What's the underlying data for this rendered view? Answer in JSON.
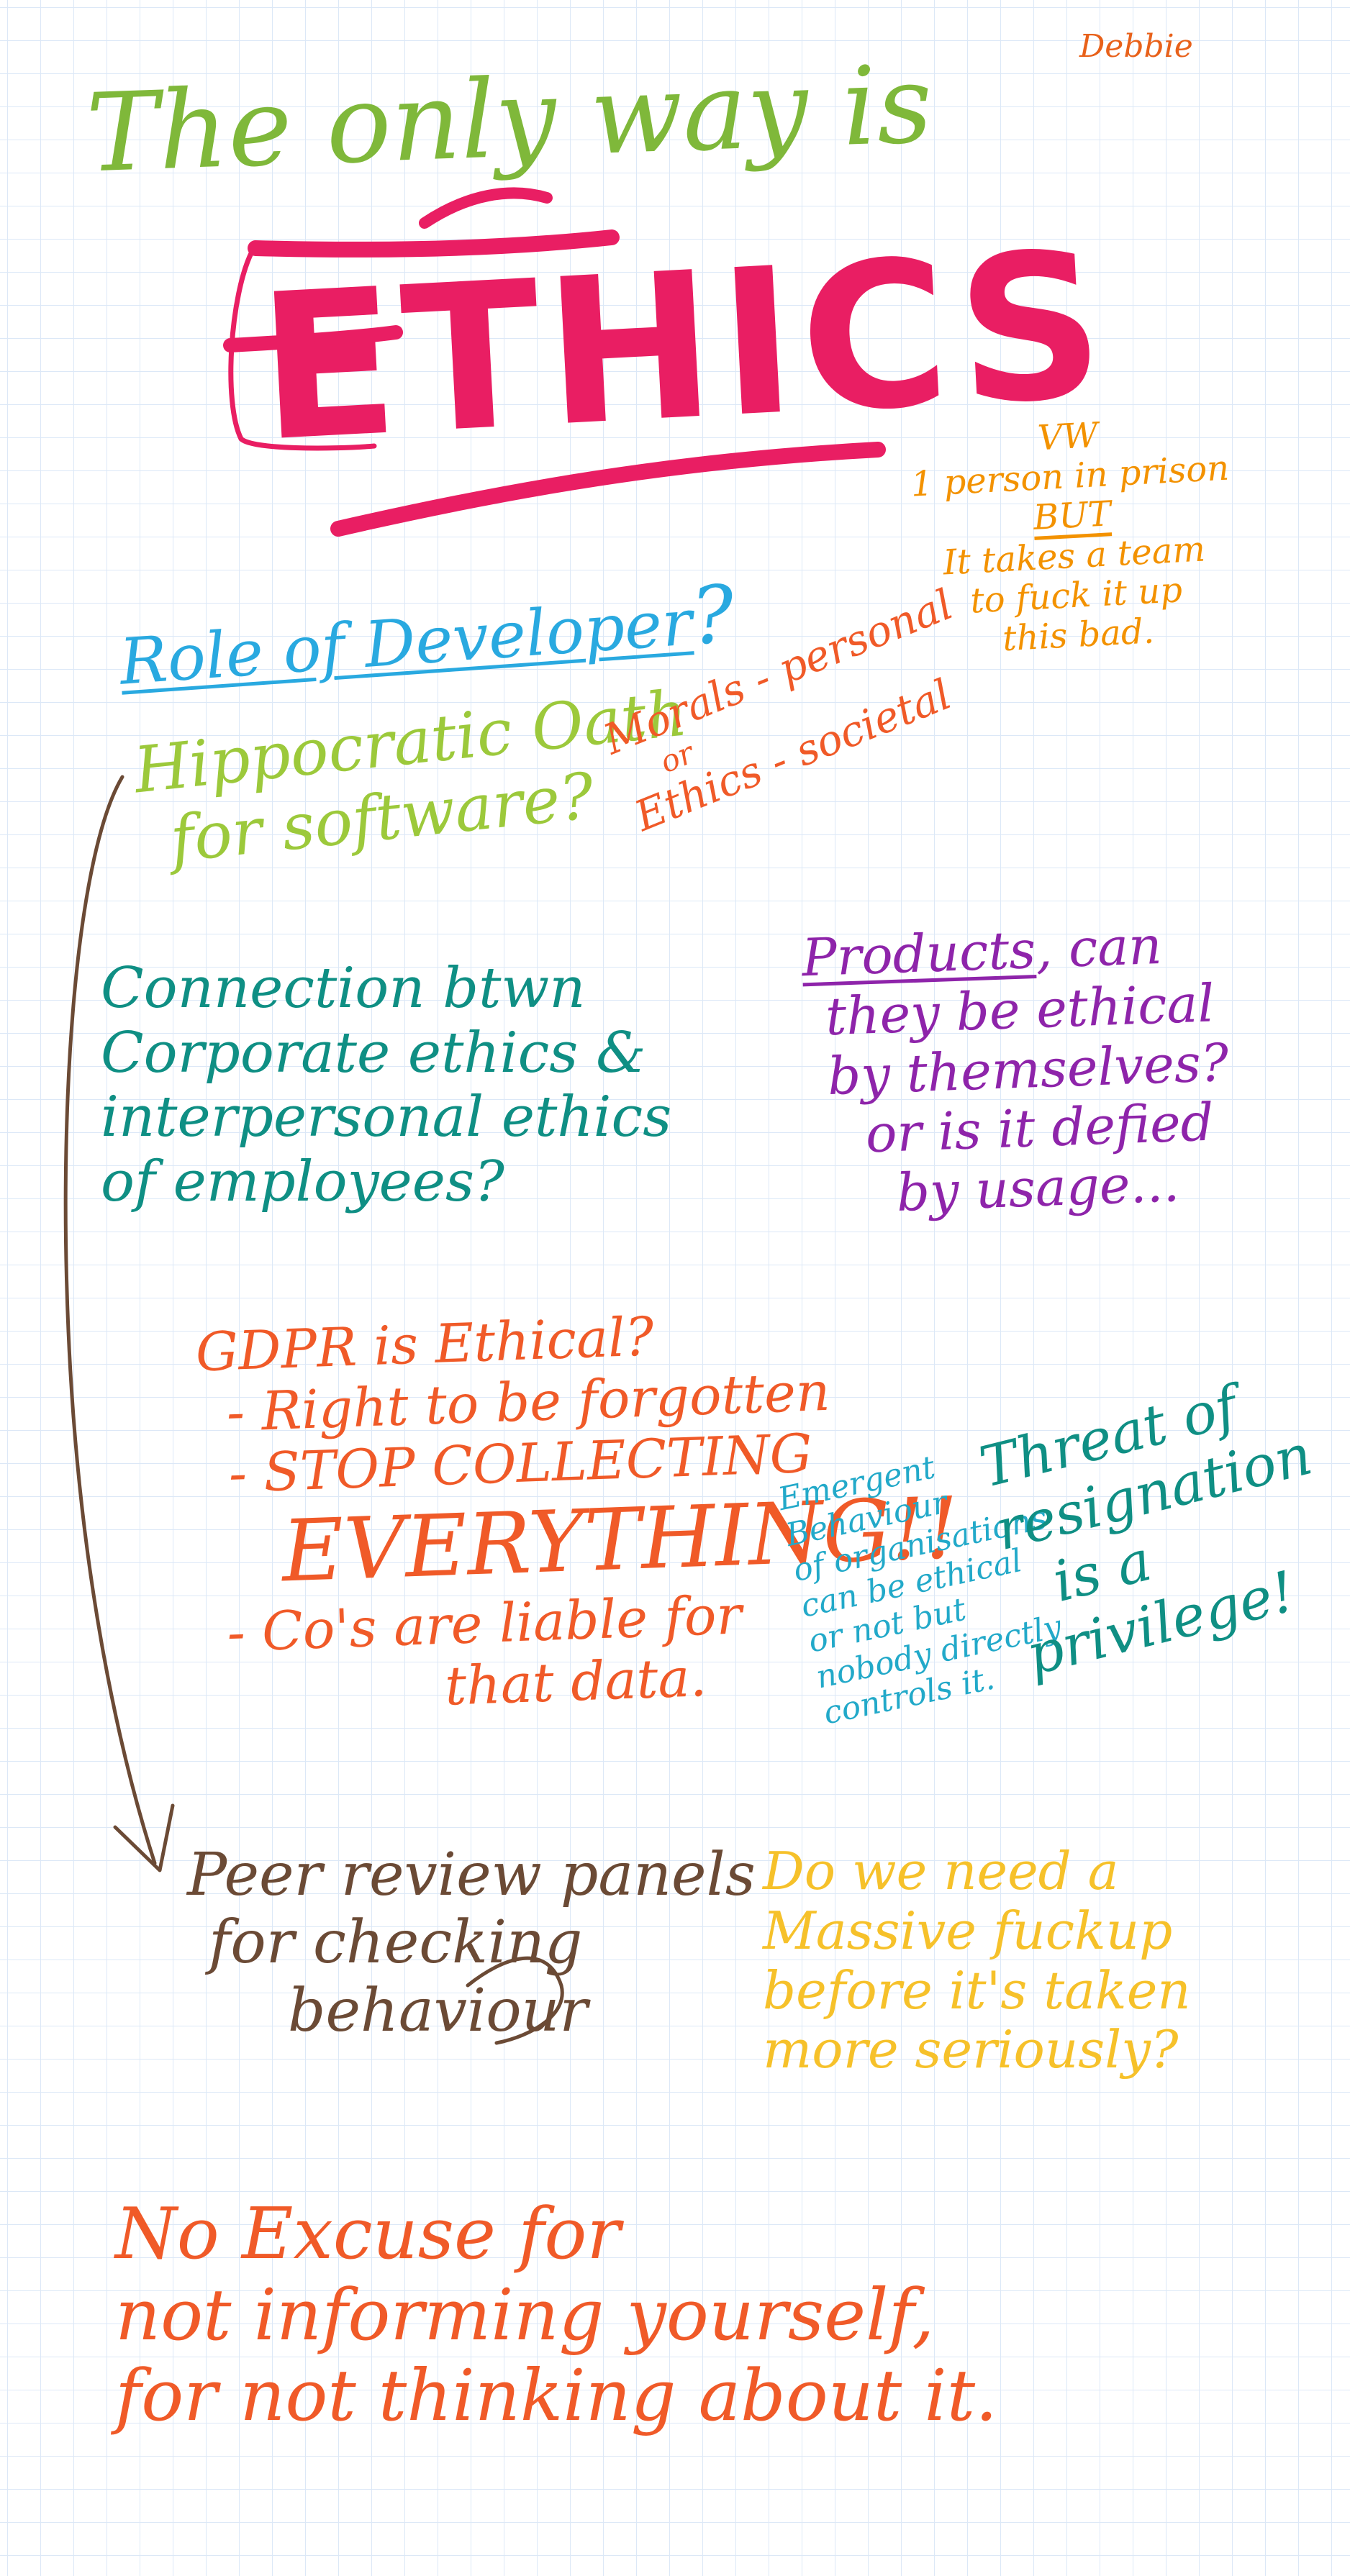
{
  "author": "Debbie",
  "title": {
    "line1": "The only way is",
    "main_word": "ETHICS"
  },
  "notes": {
    "vw": [
      "VW",
      "1 person in prison",
      "BUT",
      "It takes a team",
      "to fuck it up",
      "this bad."
    ],
    "role": {
      "text": "Role of Developer",
      "mark": "?"
    },
    "hippocratic": [
      "Hippocratic Oath",
      "for software?"
    ],
    "morals": [
      "Morals - personal",
      "or",
      "Ethics - societal"
    ],
    "products": {
      "heading": "Products",
      "rest": ", can",
      "lines": [
        "they be ethical",
        "by themselves?",
        "or is it defied",
        "by usage..."
      ]
    },
    "connection": [
      "Connection btwn",
      "Corporate ethics &",
      "interpersonal ethics",
      "of employees?"
    ],
    "gdpr": {
      "line1": "GDPR is Ethical?",
      "line2": "- Right to be forgotten",
      "line3": "- STOP COLLECTING",
      "line4": "EVERYTHING!!",
      "line5": "- Co's are liable for",
      "line6": "that data."
    },
    "emergent": [
      "Emergent",
      "Behaviour",
      "of organisations",
      "can be ethical",
      "or not but",
      "nobody directly",
      "controls it."
    ],
    "threat": [
      "Threat of",
      "resignation",
      "is a",
      "privilege!"
    ],
    "peer": [
      "Peer review panels",
      "for checking",
      "behaviour"
    ],
    "massive": [
      "Do we need a",
      "Massive fuckup",
      "before it's taken",
      "more seriously?"
    ],
    "excuse": [
      "No Excuse for",
      "not informing yourself,",
      "for not thinking about it."
    ]
  },
  "colors": {
    "grid": "#dce8f7",
    "title_green": "#7fb83a",
    "ethics_pink": "#e91e63",
    "orange": "#f39200",
    "red_orange": "#f05a28",
    "cyan": "#29a9e0",
    "lime": "#9cc93b",
    "teal": "#0f8f84",
    "purple": "#8e24aa",
    "brown": "#6b4a35",
    "yellow": "#f6c12a"
  }
}
